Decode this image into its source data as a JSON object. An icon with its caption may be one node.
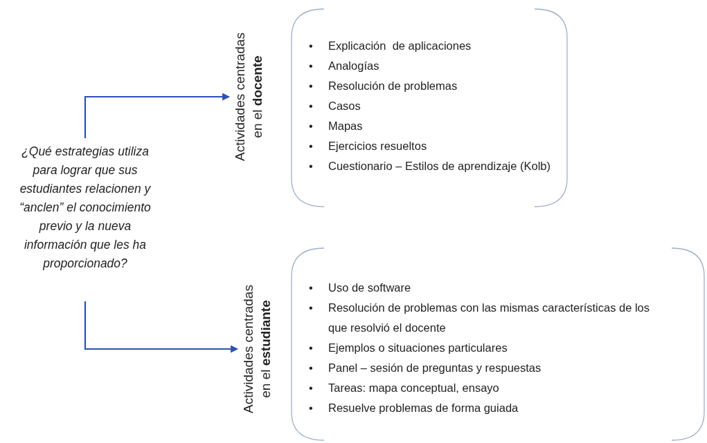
{
  "diagram": {
    "nodes": [
      {
        "text": [
          "¿Qué estrategias utiliza para lograr que sus estudiantes relacionen y “anclen” el conocimiento previo y la nueva información que les ha proporcionado?"
        ]
      },
      {
        "text": [
          "Actividades centradas en el **docente**"
        ]
      },
      {
        "text": [
          "•\tExplicación  de aplicaciones",
          "•\tAnalogías",
          "•\tResolución de problemas",
          "•\tCasos",
          "•\tMapas",
          "•\tEjercicios resueltos",
          "•\tCuestionario – Estilos de aprendizaje (Kolb)"
        ]
      },
      {
        "text": [
          "Actividades centradas en el **estudiante**"
        ]
      },
      {
        "text": [
          "•\tUso de software",
          "•\tResolución de problemas con las mismas características de los que resolvió el docente",
          "•\tEjemplos o situaciones particulares",
          "•\tPanel – sesión de preguntas y respuestas",
          "•\tTareas: mapa conceptual, ensayo",
          "•\tResuelve problemas de forma guiada"
        ]
      }
    ],
    "edges": [
      {
        "from": 0,
        "to": 1,
        "arrow": "to",
        "color": "#2e4fb5"
      },
      {
        "from": 0,
        "to": 3,
        "arrow": "to",
        "color": "#2e4fb5"
      }
    ]
  }
}
